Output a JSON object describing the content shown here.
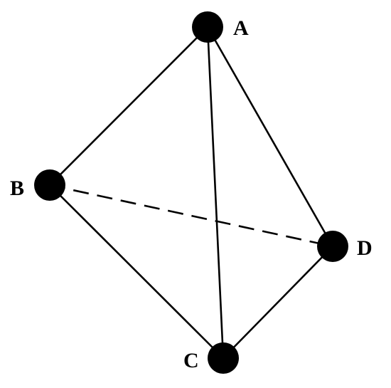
{
  "diagram": {
    "colors": {
      "stroke": "#000000",
      "vertex": "#000000",
      "background": "#ffffff"
    },
    "vertices": [
      {
        "id": "A",
        "label": "A"
      },
      {
        "id": "B",
        "label": "B"
      },
      {
        "id": "C",
        "label": "C"
      },
      {
        "id": "D",
        "label": "D"
      }
    ],
    "edges": [
      {
        "from": "A",
        "to": "B",
        "style": "solid"
      },
      {
        "from": "A",
        "to": "C",
        "style": "solid"
      },
      {
        "from": "A",
        "to": "D",
        "style": "solid"
      },
      {
        "from": "B",
        "to": "C",
        "style": "solid"
      },
      {
        "from": "C",
        "to": "D",
        "style": "solid"
      },
      {
        "from": "B",
        "to": "D",
        "style": "dashed"
      }
    ]
  }
}
